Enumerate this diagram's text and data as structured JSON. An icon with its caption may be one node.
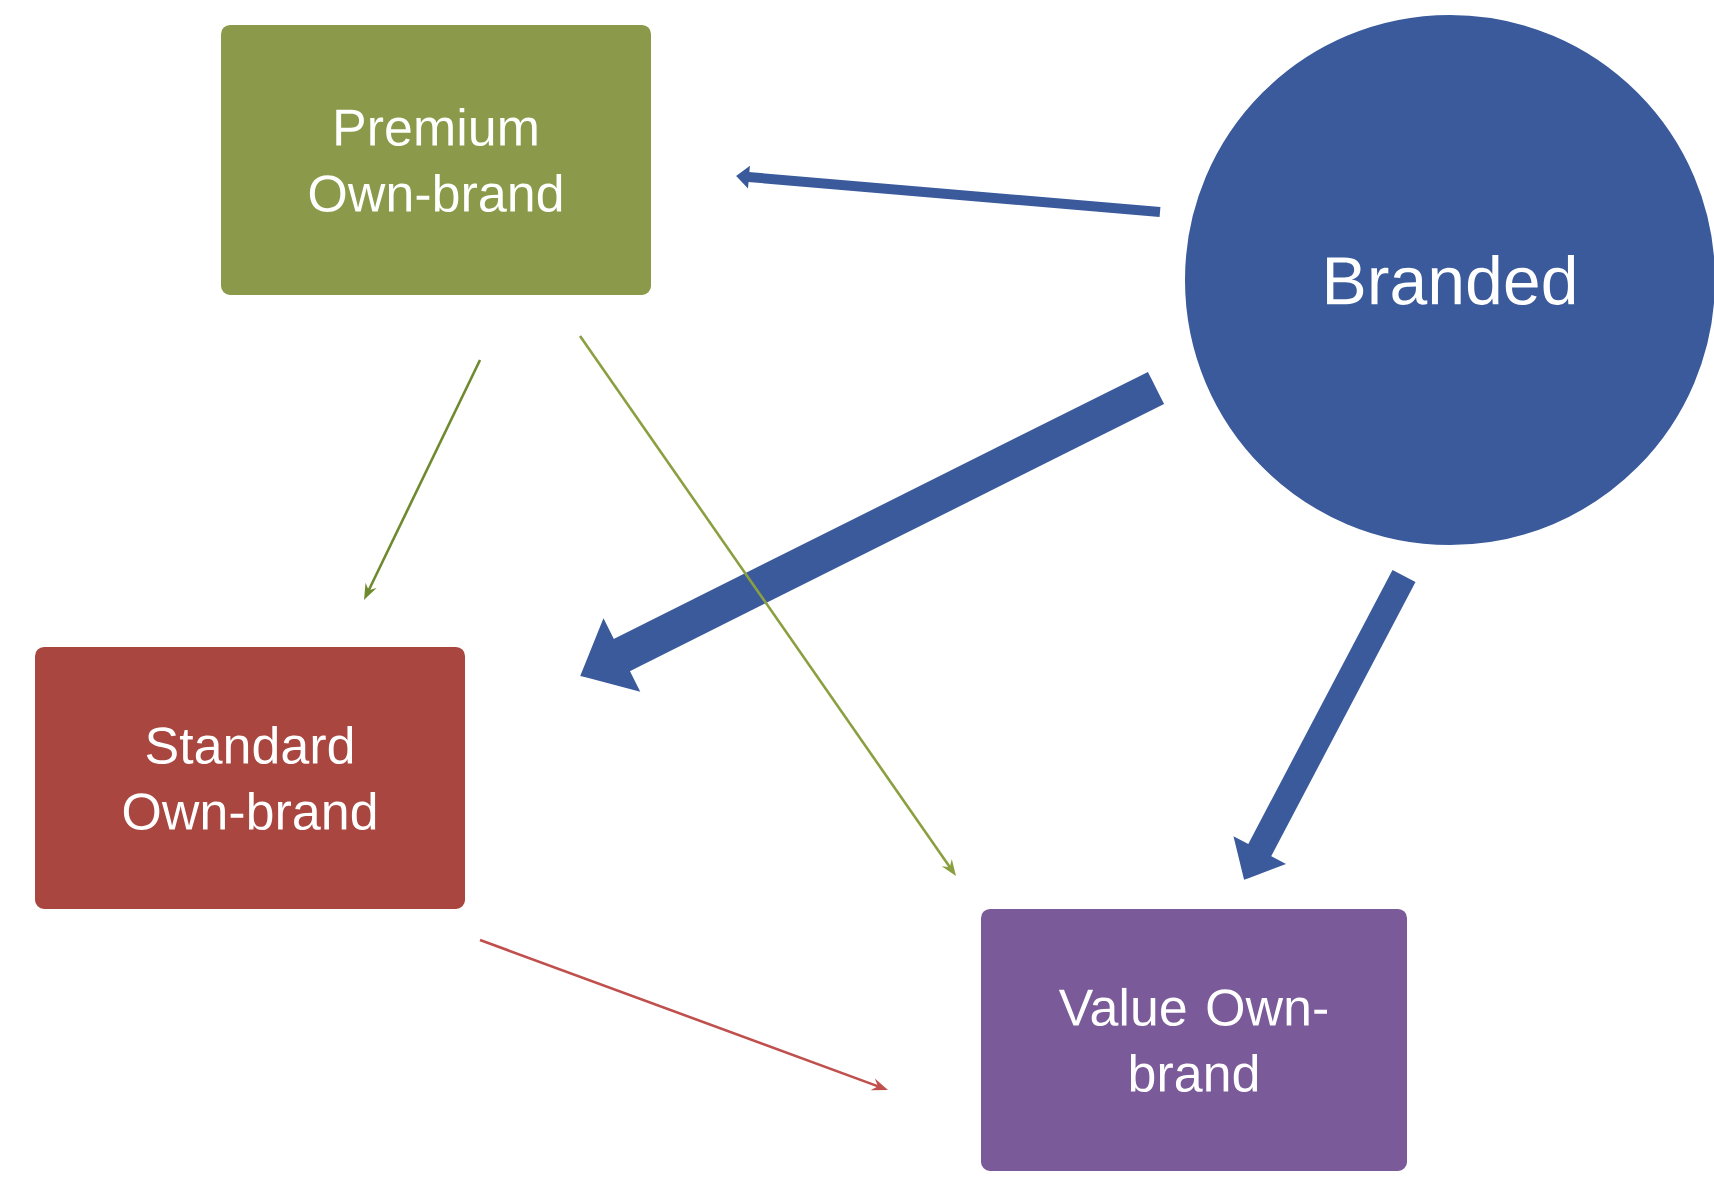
{
  "diagram": {
    "nodes": [
      {
        "text": [
          "Premium Own-brand"
        ]
      },
      {
        "text": [
          "Branded"
        ]
      },
      {
        "text": [
          "Standard Own-brand"
        ]
      },
      {
        "text": [
          "Value Own-brand"
        ]
      }
    ],
    "edges": [
      {
        "from": 1,
        "to": 0,
        "arrow": "to",
        "style": "thick"
      },
      {
        "from": 1,
        "to": 2,
        "arrow": "to",
        "style": "thick"
      },
      {
        "from": 1,
        "to": 3,
        "arrow": "to",
        "style": "thick"
      },
      {
        "from": 0,
        "to": 2,
        "arrow": "to",
        "color": "#6f8a2e"
      },
      {
        "from": 0,
        "to": 3,
        "arrow": "to",
        "color": "#8aa040"
      },
      {
        "from": 2,
        "to": 3,
        "arrow": "to",
        "color": "#c0504d"
      }
    ]
  }
}
